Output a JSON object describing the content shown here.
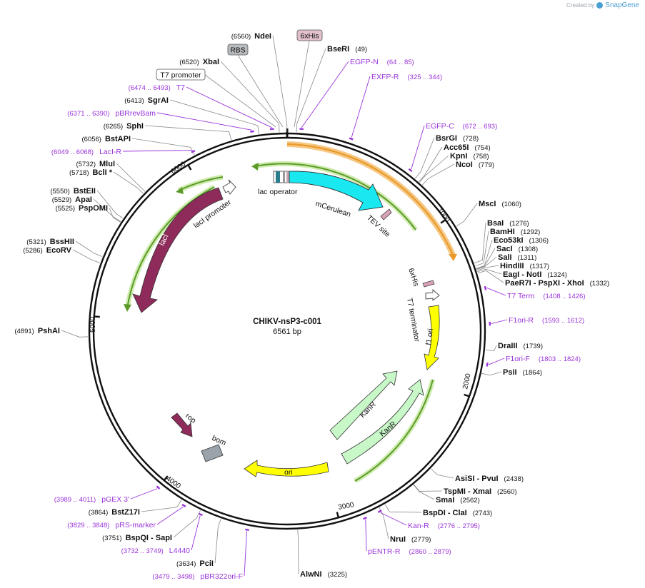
{
  "credit": {
    "prefix": "Created by",
    "brand": "SnapGene"
  },
  "plasmid": {
    "name": "CHIKV-nsP3-c001",
    "length": "6561 bp",
    "total_bp": 6561
  },
  "ticks": [
    {
      "bp": 1000,
      "label": "1000"
    },
    {
      "bp": 2000,
      "label": "2000"
    },
    {
      "bp": 3000,
      "label": "3000"
    },
    {
      "bp": 4000,
      "label": "4000"
    },
    {
      "bp": 5000,
      "label": "5000"
    },
    {
      "bp": 6000,
      "label": "6000"
    }
  ],
  "enzymes": [
    {
      "pos": "(6560)",
      "name": "NdeI",
      "bp": 6560
    },
    {
      "pos": "(49)",
      "name": "BseRI",
      "bp": 49
    },
    {
      "pos": "(6520)",
      "name": "XbaI",
      "bp": 6520
    },
    {
      "pos": "(6413)",
      "name": "SgrAI",
      "bp": 6413
    },
    {
      "pos": "(6265)",
      "name": "SphI",
      "bp": 6265
    },
    {
      "pos": "(6056)",
      "name": "BstAPI",
      "bp": 6056
    },
    {
      "pos": "(5732)",
      "name": "MluI",
      "bp": 5732
    },
    {
      "pos": "(5718)",
      "name": "BclI *",
      "bp": 5718
    },
    {
      "pos": "(5550)",
      "name": "BstEII",
      "bp": 5550
    },
    {
      "pos": "(5529)",
      "name": "ApaI",
      "bp": 5529
    },
    {
      "pos": "(5525)",
      "name": "PspOMI",
      "bp": 5525
    },
    {
      "pos": "(5321)",
      "name": "BssHII",
      "bp": 5321
    },
    {
      "pos": "(5286)",
      "name": "EcoRV",
      "bp": 5286
    },
    {
      "pos": "(4891)",
      "name": "PshAI",
      "bp": 4891
    },
    {
      "pos": "(728)",
      "name": "BsrGI",
      "bp": 728
    },
    {
      "pos": "(754)",
      "name": "Acc65I",
      "bp": 754
    },
    {
      "pos": "(758)",
      "name": "KpnI",
      "bp": 758
    },
    {
      "pos": "(779)",
      "name": "NcoI",
      "bp": 779
    },
    {
      "pos": "(1060)",
      "name": "MscI",
      "bp": 1060
    },
    {
      "pos": "(1276)",
      "name": "BsaI",
      "bp": 1276
    },
    {
      "pos": "(1292)",
      "name": "BamHI",
      "bp": 1292
    },
    {
      "pos": "(1306)",
      "name": "Eco53kI",
      "bp": 1306
    },
    {
      "pos": "(1308)",
      "name": "SacI",
      "bp": 1308
    },
    {
      "pos": "(1311)",
      "name": "SalI",
      "bp": 1311
    },
    {
      "pos": "(1317)",
      "name": "HindIII",
      "bp": 1317
    },
    {
      "pos": "(1324)",
      "name": "EagI  -  NotI",
      "bp": 1324
    },
    {
      "pos": "(1332)",
      "name": "PaeR7I  -  PspXI  -  XhoI",
      "bp": 1332
    },
    {
      "pos": "(1739)",
      "name": "DraIII",
      "bp": 1739
    },
    {
      "pos": "(1864)",
      "name": "PsiI",
      "bp": 1864
    },
    {
      "pos": "(2438)",
      "name": "AsiSI  -  PvuI",
      "bp": 2438
    },
    {
      "pos": "(2560)",
      "name": "TspMI  -  XmaI",
      "bp": 2560
    },
    {
      "pos": "(2562)",
      "name": "SmaI",
      "bp": 2562
    },
    {
      "pos": "(2743)",
      "name": "BspDI  -  ClaI",
      "bp": 2743
    },
    {
      "pos": "(2779)",
      "name": "NruI",
      "bp": 2779
    },
    {
      "pos": "(3225)",
      "name": "AlwNI",
      "bp": 3225
    },
    {
      "pos": "(3864)",
      "name": "BstZ17I",
      "bp": 3864
    },
    {
      "pos": "(3751)",
      "name": "BspQI  -  SapI",
      "bp": 3751
    },
    {
      "pos": "(3634)",
      "name": "PciI",
      "bp": 3634
    }
  ],
  "primers": [
    {
      "name": "EGFP-N",
      "pos": "(64 .. 85)",
      "bp": 74
    },
    {
      "name": "EXFP-R",
      "pos": "(325 .. 344)",
      "bp": 335
    },
    {
      "name": "EGFP-C",
      "pos": "(672 .. 693)",
      "bp": 682
    },
    {
      "name": "T7",
      "pos": "(6474 .. 6493)",
      "bp": 6483
    },
    {
      "name": "pBRrevBam",
      "pos": "(6371 .. 6390)",
      "bp": 6380
    },
    {
      "name": "LacI-R",
      "pos": "(6049 .. 6068)",
      "bp": 6058
    },
    {
      "name": "T7 Term",
      "pos": "(1408 .. 1426)",
      "bp": 1417
    },
    {
      "name": "F1ori-R",
      "pos": "(1593 .. 1612)",
      "bp": 1602
    },
    {
      "name": "F1ori-F",
      "pos": "(1803 .. 1824)",
      "bp": 1813
    },
    {
      "name": "Kan-R",
      "pos": "(2776 .. 2795)",
      "bp": 2785
    },
    {
      "name": "pENTR-R",
      "pos": "(2860 .. 2879)",
      "bp": 2869
    },
    {
      "name": "pGEX 3'",
      "pos": "(3989 .. 4011)",
      "bp": 4000
    },
    {
      "name": "pRS-marker",
      "pos": "(3829 .. 3848)",
      "bp": 3838
    },
    {
      "name": "L4440",
      "pos": "(3732 .. 3749)",
      "bp": 3740
    },
    {
      "name": "pBR322ori-F",
      "pos": "(3479 .. 3498)",
      "bp": 3488
    }
  ],
  "boxed_features": [
    {
      "name": "6xHis",
      "style": "his"
    },
    {
      "name": "RBS",
      "style": "rbs"
    },
    {
      "name": "T7 promoter",
      "style": "plain"
    }
  ],
  "features": [
    {
      "name": "lac operator"
    },
    {
      "name": "mCerulean"
    },
    {
      "name": "TEV site"
    },
    {
      "name": "6xHis"
    },
    {
      "name": "T7 terminator"
    },
    {
      "name": "f1 ori"
    },
    {
      "name": "KanR"
    },
    {
      "name": "KanR"
    },
    {
      "name": "ori"
    },
    {
      "name": "lacI"
    },
    {
      "name": "lacI promoter"
    },
    {
      "name": "rop"
    },
    {
      "name": "bom"
    }
  ],
  "colors": {
    "primer": "#9a34d9",
    "orf_green": "#7ab93a",
    "orf_orange": "#e89a2c",
    "mcerulean": "#19e8f0",
    "laci": "#8e2b5a",
    "kanr": "#c8f7c8",
    "ori": "#ffff00",
    "bom": "#9aa2aa",
    "his_box": "#e2c1cc",
    "rbs_box": "#b8bcbf"
  }
}
